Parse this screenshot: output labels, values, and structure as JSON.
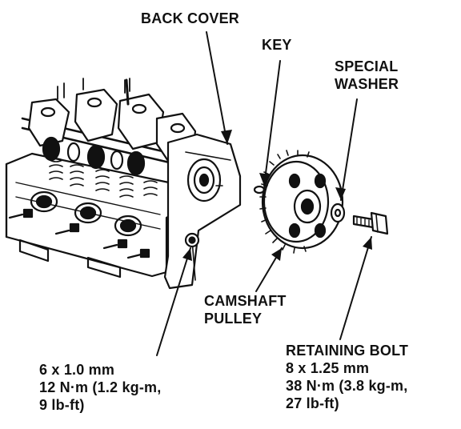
{
  "labels": {
    "back_cover": "BACK COVER",
    "key": "KEY",
    "special_washer": [
      "SPECIAL",
      "WASHER"
    ],
    "camshaft_pulley": [
      "CAMSHAFT",
      "PULLEY"
    ],
    "retaining_bolt": [
      "RETAINING BOLT",
      "8 x 1.25 mm",
      "38 N·m (3.8 kg-m,",
      "27 lb-ft)"
    ],
    "head_bolt": [
      "6 x 1.0 mm",
      "12 N·m (1.2 kg-m,",
      "9 lb-ft)"
    ]
  },
  "colors": {
    "ink": "#111111",
    "paper": "#ffffff"
  }
}
